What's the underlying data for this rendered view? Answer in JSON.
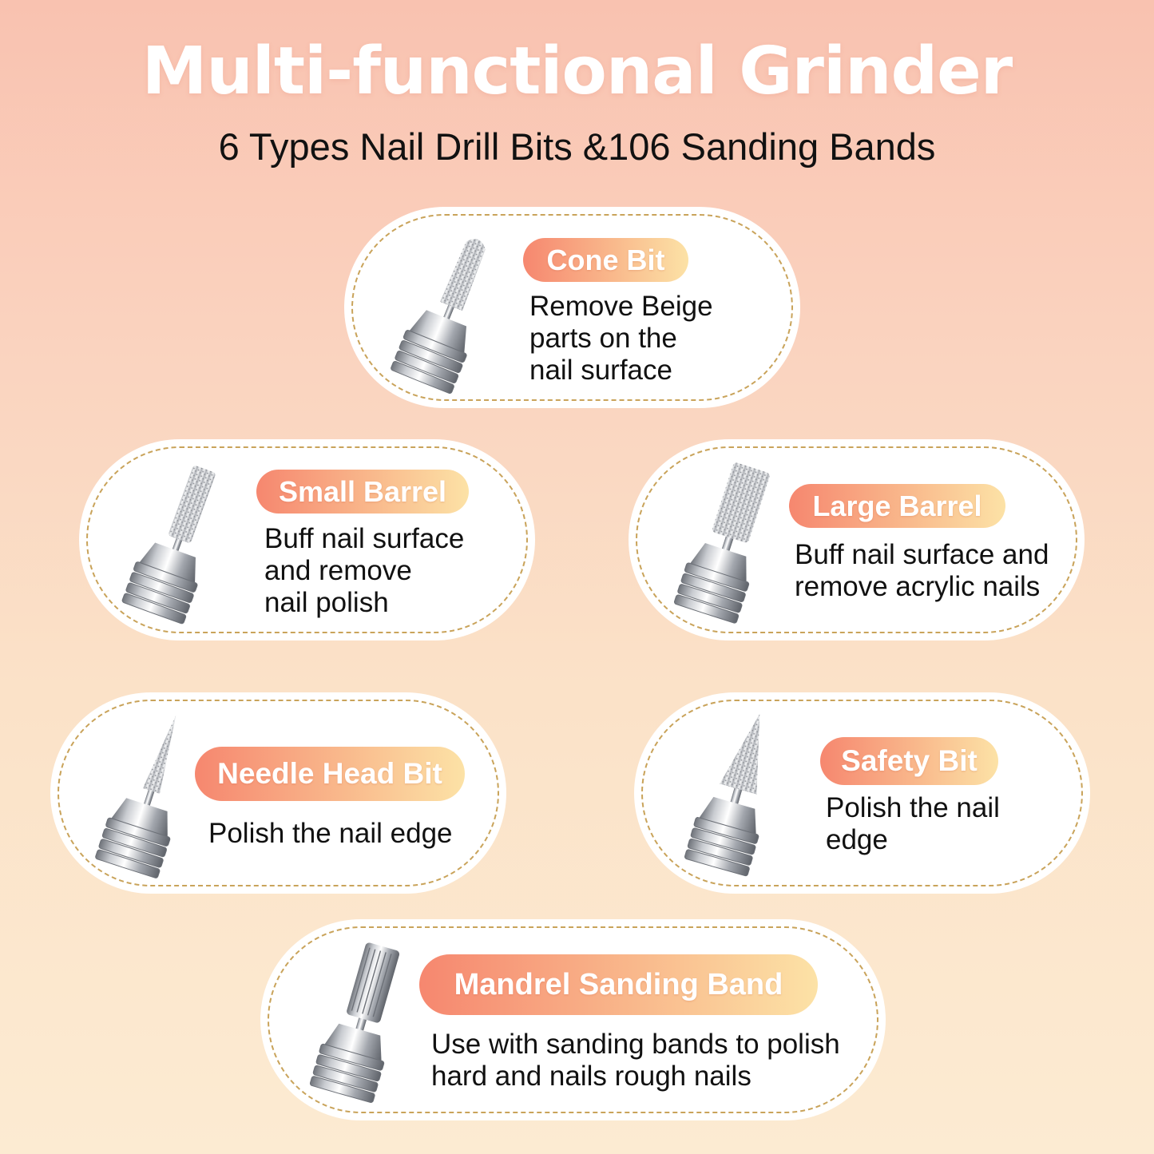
{
  "header": {
    "title": "Multi-functional Grinder",
    "subtitle": "6 Types Nail Drill Bits &106 Sanding Bands"
  },
  "bits": [
    {
      "name": "Cone Bit",
      "description": "Remove Beige\nparts on the\nnail surface",
      "icon": "cone-bit-icon"
    },
    {
      "name": "Small Barrel",
      "description": "Buff nail surface\nand remove\nnail polish",
      "icon": "small-barrel-bit-icon"
    },
    {
      "name": "Large Barrel",
      "description": "Buff nail surface and\nremove acrylic nails",
      "icon": "large-barrel-bit-icon"
    },
    {
      "name": "Needle Head Bit",
      "description": "Polish the nail edge",
      "icon": "needle-head-bit-icon"
    },
    {
      "name": "Safety Bit",
      "description": "Polish the nail\nedge",
      "icon": "safety-bit-icon"
    },
    {
      "name": "Mandrel Sanding Band",
      "description": "Use with sanding bands to polish\nhard and nails rough nails",
      "icon": "mandrel-bit-icon"
    }
  ],
  "colors": {
    "background_top": "#f9c2b0",
    "background_bottom": "#fcebd2",
    "card_border": "#c9a35a",
    "pill_start": "#f6876f",
    "pill_end": "#fce2a6",
    "title": "#ffffff"
  }
}
